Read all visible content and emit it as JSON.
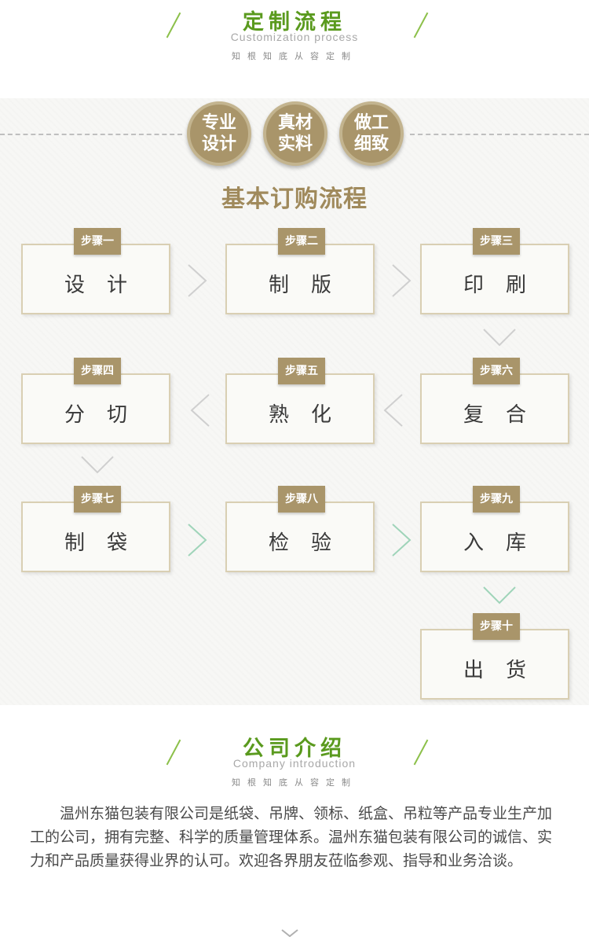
{
  "custom_section": {
    "title": "定制流程",
    "subtitle": "Customization process",
    "motto": "知根知底从容定制"
  },
  "badges": [
    {
      "line1": "专业",
      "line2": "设计"
    },
    {
      "line1": "真材",
      "line2": "实料"
    },
    {
      "line1": "做工",
      "line2": "细致"
    }
  ],
  "flow_title": "基本订购流程",
  "steps": [
    {
      "label": "步骤一",
      "name": "设计"
    },
    {
      "label": "步骤二",
      "name": "制版"
    },
    {
      "label": "步骤三",
      "name": "印刷"
    },
    {
      "label": "步骤四",
      "name": "分切"
    },
    {
      "label": "步骤五",
      "name": "熟化"
    },
    {
      "label": "步骤六",
      "name": "复合"
    },
    {
      "label": "步骤七",
      "name": "制袋"
    },
    {
      "label": "步骤八",
      "name": "检验"
    },
    {
      "label": "步骤九",
      "name": "入库"
    },
    {
      "label": "步骤十",
      "name": "出货"
    }
  ],
  "company_section": {
    "title": "公司介绍",
    "subtitle": "Company introduction",
    "motto": "知根知底从容定制"
  },
  "intro_text": "温州东猫包装有限公司是纸袋、吊牌、领标、纸盒、吊粒等产品专业生产加工的公司，拥有完整、科学的质量管理体系。温州东猫包装有限公司的诚信、实力和产品质量获得业界的认可。欢迎各界朋友莅临参观、指导和业务洽谈。",
  "colors": {
    "green": "#5a9a1e",
    "gold": "#a9956a",
    "title_gold": "#a08a5c",
    "arrow_gray": "#c8c8c8",
    "arrow_green": "#9fd4b9"
  }
}
